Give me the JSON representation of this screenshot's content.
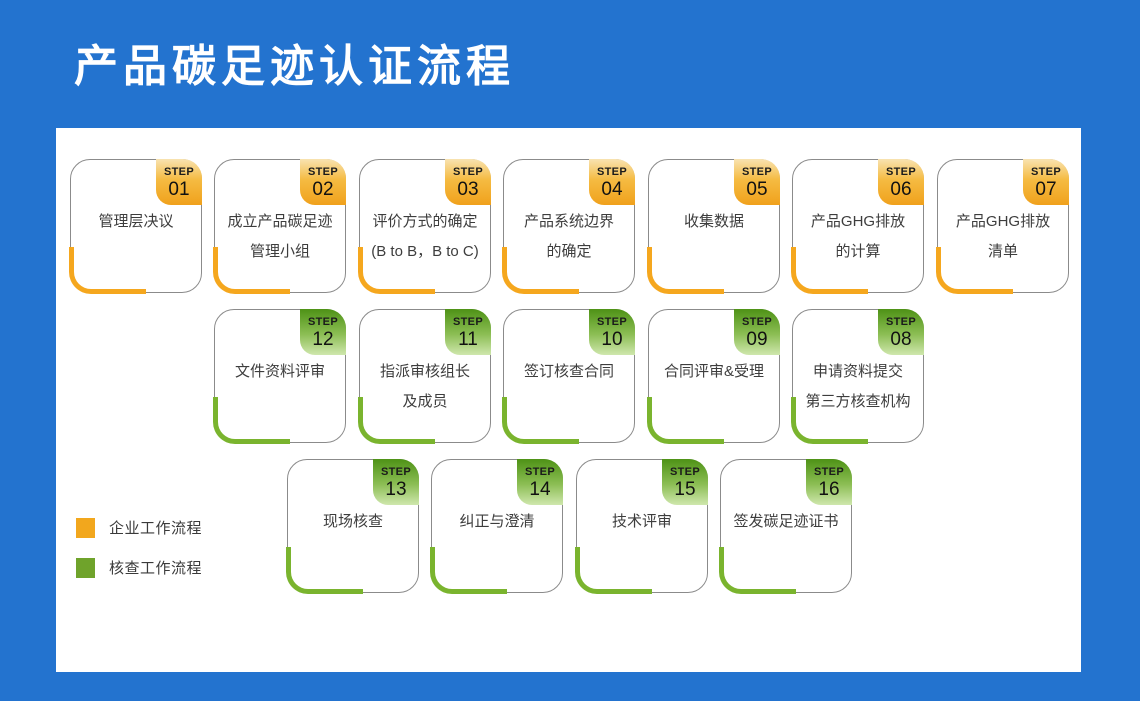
{
  "page": {
    "title": "产品碳足迹认证流程",
    "background_color": "#2373CF",
    "panel_color": "#FFFFFF"
  },
  "badge_word": "STEP",
  "colors": {
    "enterprise_accent": "#F5A71E",
    "verification_accent": "#7AB42E",
    "badge_orange_top": "#F8E3B1",
    "badge_orange_bottom": "#F0A11C",
    "badge_green_top": "#4E9216",
    "badge_green_bottom": "#CFE7AD",
    "card_border": "#8B8B8B",
    "card_text": "#3D3D3D"
  },
  "steps": [
    {
      "number": "01",
      "line1": "管理层决议",
      "line2": "",
      "flow": "enterprise"
    },
    {
      "number": "02",
      "line1": "成立产品碳足迹",
      "line2": "管理小组",
      "flow": "enterprise"
    },
    {
      "number": "03",
      "line1": "评价方式的确定",
      "line2": "(B to B，B to C)",
      "flow": "enterprise"
    },
    {
      "number": "04",
      "line1": "产品系统边界",
      "line2": "的确定",
      "flow": "enterprise"
    },
    {
      "number": "05",
      "line1": "收集数据",
      "line2": "",
      "flow": "enterprise"
    },
    {
      "number": "06",
      "line1": "产品GHG排放",
      "line2": "的计算",
      "flow": "enterprise"
    },
    {
      "number": "07",
      "line1": "产品GHG排放",
      "line2": "清单",
      "flow": "enterprise"
    },
    {
      "number": "12",
      "line1": "文件资料评审",
      "line2": "",
      "flow": "verification"
    },
    {
      "number": "11",
      "line1": "指派审核组长",
      "line2": "及成员",
      "flow": "verification"
    },
    {
      "number": "10",
      "line1": "签订核查合同",
      "line2": "",
      "flow": "verification"
    },
    {
      "number": "09",
      "line1": "合同评审&受理",
      "line2": "",
      "flow": "verification"
    },
    {
      "number": "08",
      "line1": "申请资料提交",
      "line2": "第三方核查机构",
      "flow": "verification"
    },
    {
      "number": "13",
      "line1": "现场核查",
      "line2": "",
      "flow": "verification"
    },
    {
      "number": "14",
      "line1": "纠正与澄清",
      "line2": "",
      "flow": "verification"
    },
    {
      "number": "15",
      "line1": "技术评审",
      "line2": "",
      "flow": "verification"
    },
    {
      "number": "16",
      "line1": "签发碳足迹证书",
      "line2": "",
      "flow": "verification"
    }
  ],
  "legend": [
    {
      "label": "企业工作流程",
      "color": "#F2A71D",
      "flow": "enterprise"
    },
    {
      "label": "核查工作流程",
      "color": "#6FA32B",
      "flow": "verification"
    }
  ]
}
